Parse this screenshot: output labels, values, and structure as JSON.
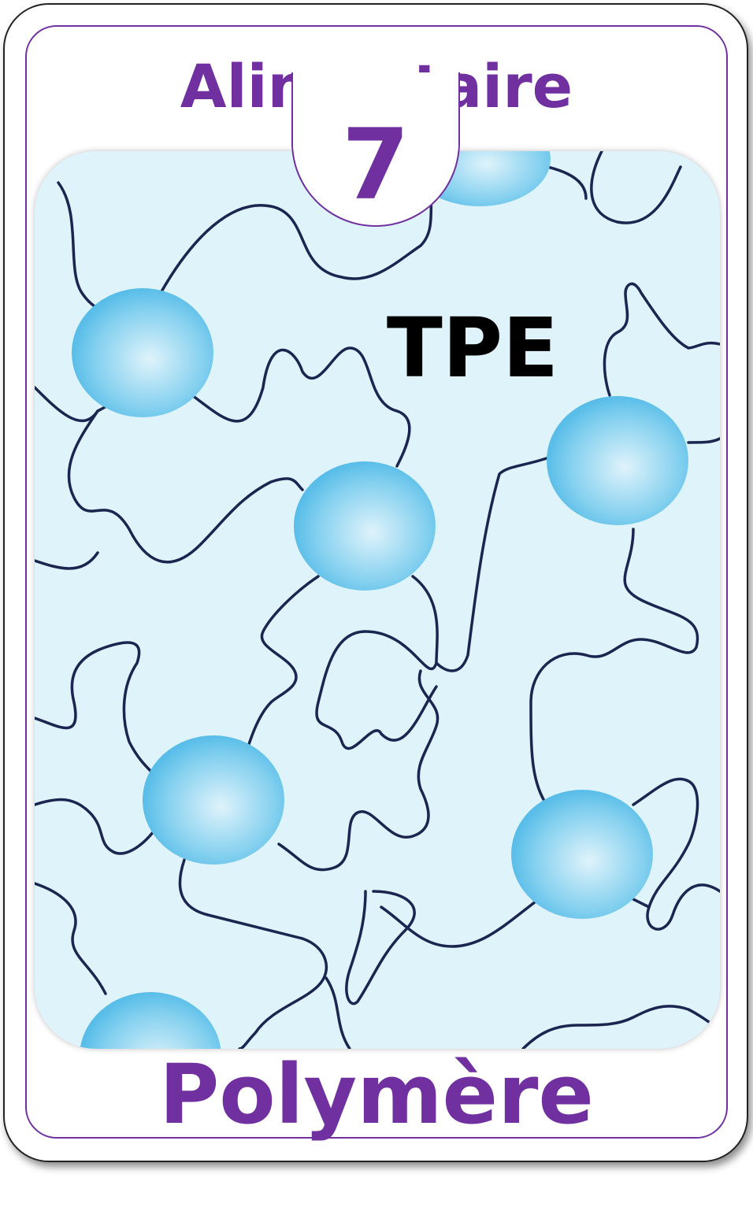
{
  "card": {
    "category": "Alimentaire",
    "number": "7",
    "acronym": "TPE",
    "title": "Polymère"
  },
  "colors": {
    "accent": "#7030a0",
    "background": "#dff3fa",
    "chain": "#1a2550",
    "bead": "#5bbfe8"
  }
}
